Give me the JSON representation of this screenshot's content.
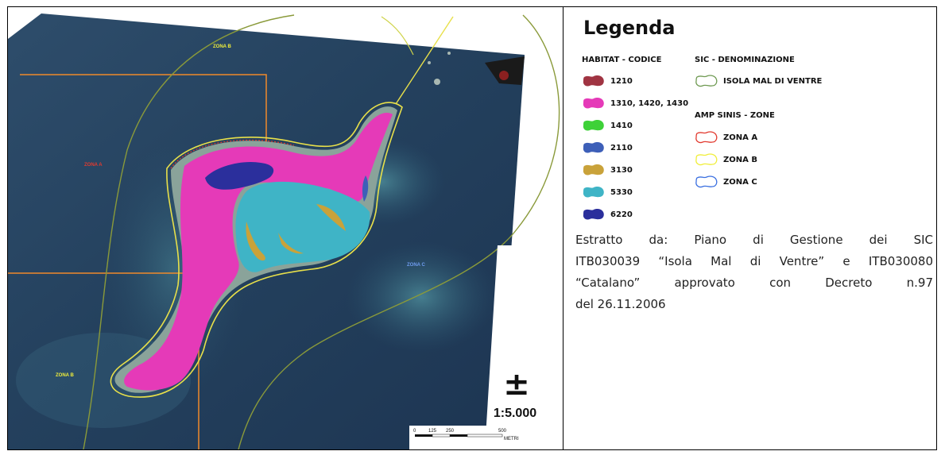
{
  "legend": {
    "title": "Legenda",
    "habitat_header": "HABITAT - CODICE",
    "habitats": [
      {
        "label": "1210",
        "color": "#a03442"
      },
      {
        "label": "1310, 1420, 1430",
        "color": "#e53ab8"
      },
      {
        "label": "1410",
        "color": "#3ed138"
      },
      {
        "label": "2110",
        "color": "#3d5fb8"
      },
      {
        "label": "3130",
        "color": "#c9a23a"
      },
      {
        "label": "5330",
        "color": "#3fb4c6"
      },
      {
        "label": "6220",
        "color": "#2b2f9c"
      }
    ],
    "sic_header": "SIC - DENOMINAZIONE",
    "sic_items": [
      {
        "label": "ISOLA MAL DI VENTRE",
        "color": "#6f9a52"
      }
    ],
    "amp_header": "AMP SINIS - ZONE",
    "amp_items": [
      {
        "label": "ZONA A",
        "color": "#e23a2f"
      },
      {
        "label": "ZONA B",
        "color": "#f0ee3a"
      },
      {
        "label": "ZONA C",
        "color": "#3a6fe0"
      }
    ],
    "note_lines": [
      "Estratto da: Piano di Gestione dei SIC",
      "ITB030039 “Isola Mal di Ventre” e ITB030080",
      "“Catalano” approvato con Decreto n.97",
      "del 26.11.2006"
    ]
  },
  "map": {
    "zone_labels": {
      "zona_b_top": "ZONA B",
      "zona_a": "ZONA A",
      "zona_b_left": "ZONA B",
      "zona_c": "ZONA C"
    },
    "north_symbol": "±",
    "scale_ratio": "1:5.000",
    "scalebar_ticks": [
      "0",
      "125",
      "250",
      "500"
    ],
    "scalebar_unit": "METRI"
  }
}
